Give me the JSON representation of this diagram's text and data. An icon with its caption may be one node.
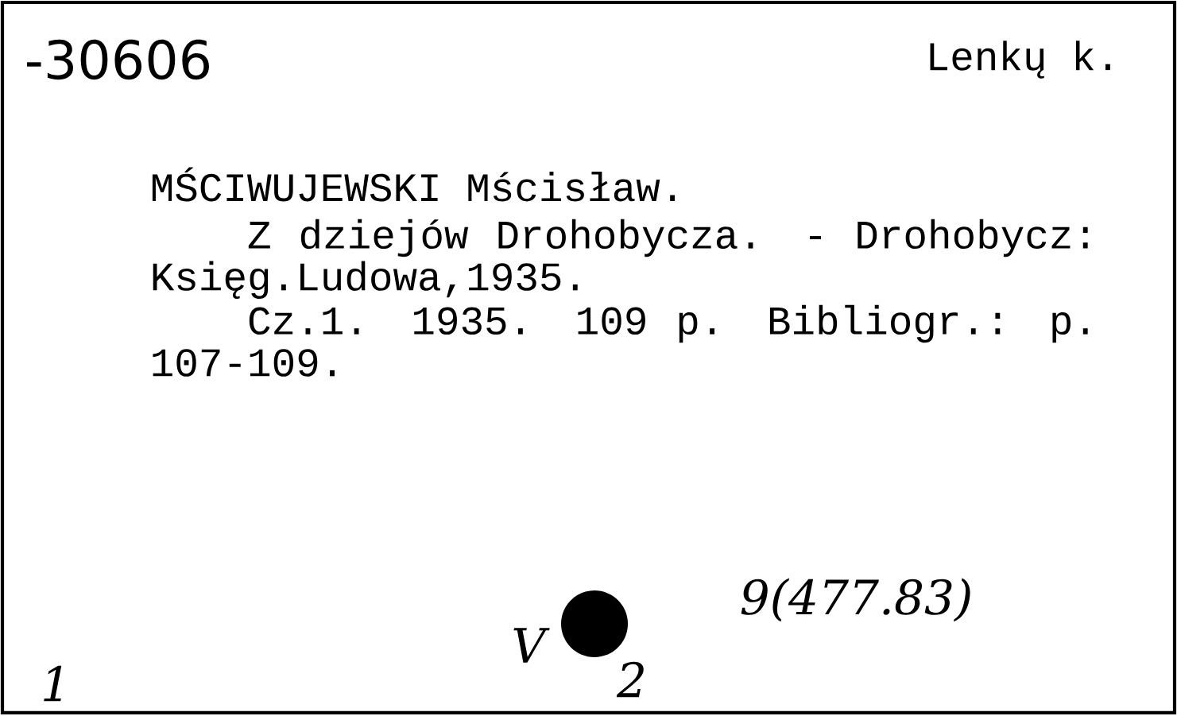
{
  "diagram": {
    "nodes": [
      {
        "text": [],
        "shape": "circle"
      }
    ],
    "labels": [
      "-30606",
      "Lenkų k.",
      "MŚCIWUJEWSKI Mścisław.",
      "Z dziejów Drohobycza. - Drohobycz: Księg.Ludowa,1935.",
      "Cz.1. 1935. 109 p. Bibliogr.: p. 107-109.",
      "9(477.83)",
      "V",
      "1",
      "2"
    ]
  }
}
